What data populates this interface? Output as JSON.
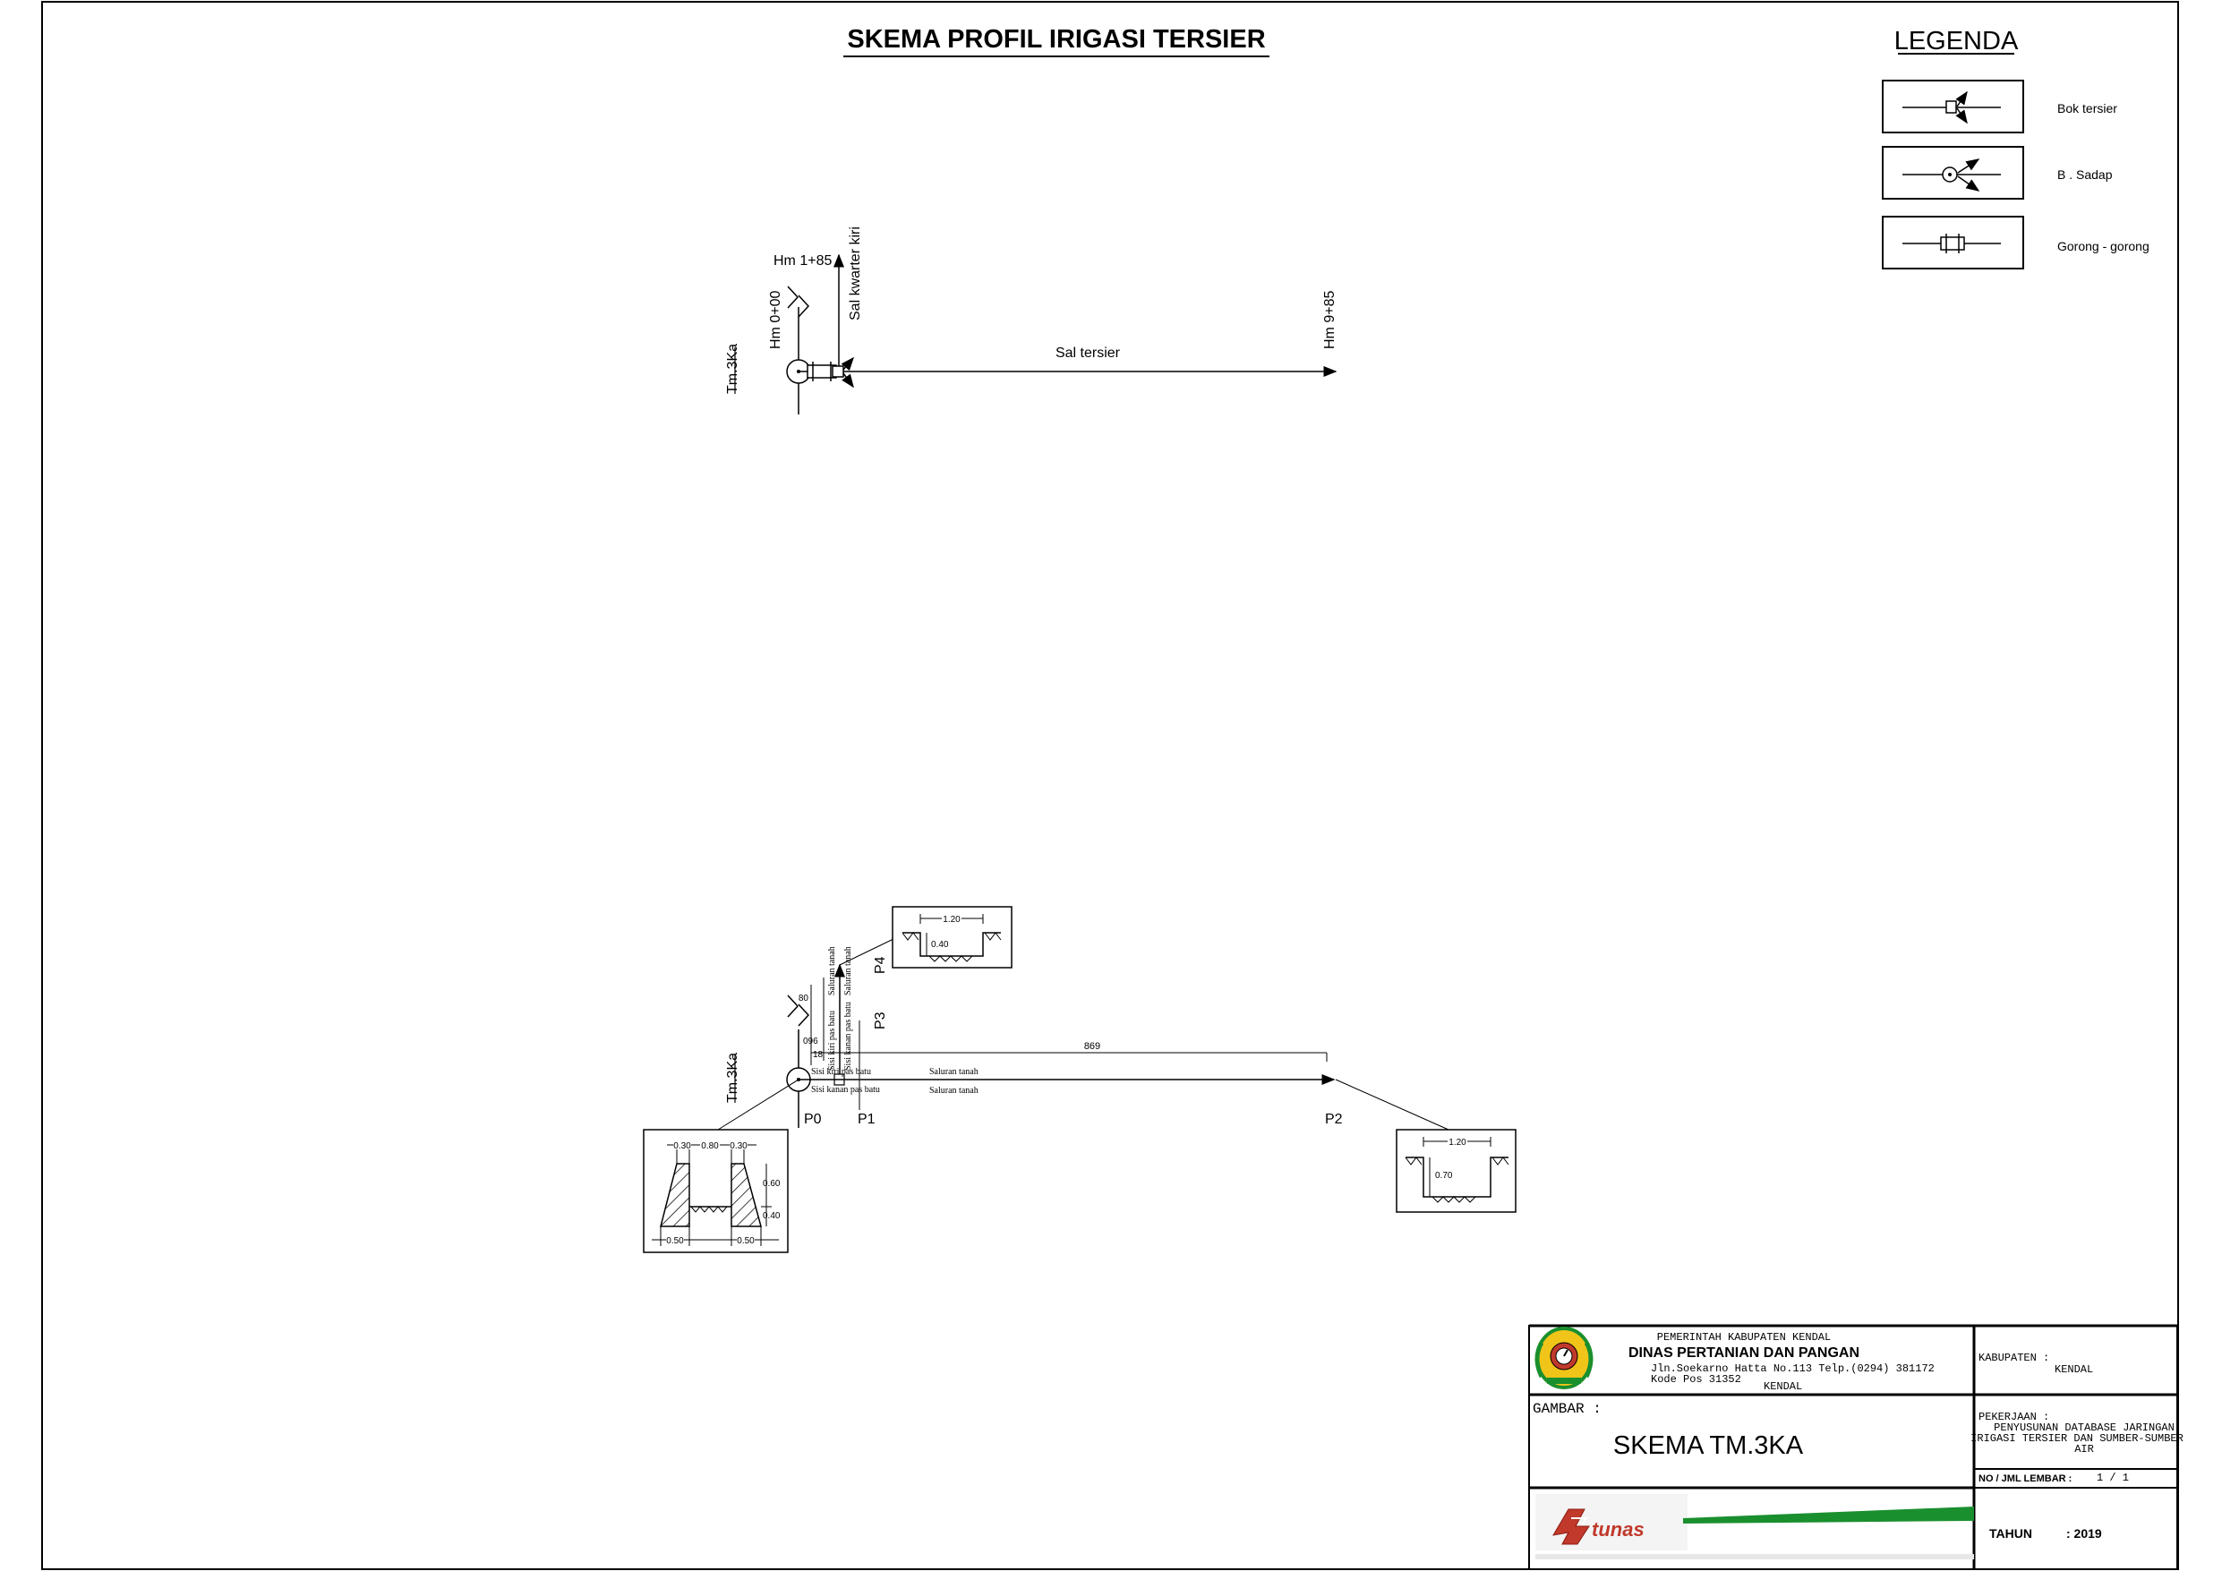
{
  "title": "SKEMA PROFIL IRIGASI TERSIER",
  "legend": {
    "heading": "LEGENDA",
    "items": [
      {
        "label": "Bok tersier",
        "icon": "bok-tersier-symbol-icon"
      },
      {
        "label": "B . Sadap",
        "icon": "bangunan-sadap-symbol-icon"
      },
      {
        "label": "Gorong - gorong",
        "icon": "gorong-gorong-symbol-icon"
      }
    ]
  },
  "schema_top": {
    "node": "Tm.3Ka",
    "hm_start": "Hm 0+00",
    "hm_branch": "Hm 1+85",
    "branch_label": "Sal kwarter kiri",
    "main_label": "Sal tersier",
    "hm_end": "Hm 9+85"
  },
  "profile": {
    "node": "Tm.3Ka",
    "points": [
      "P0",
      "P1",
      "P2",
      "P3",
      "P4"
    ],
    "dim_main": "869",
    "dim_branch_1": "80",
    "dim_branch_2": "096",
    "dim_small": "18",
    "left_labels": [
      "Sisi kiri pas batu",
      "Sisi kanan pas batu"
    ],
    "right_labels": [
      "Saluran tanah",
      "Saluran tanah"
    ],
    "branch_labels": [
      "Sisi kiri pas batu",
      "Sisi kanan pas batu",
      "Saluran tanah",
      "Saluran tanah"
    ]
  },
  "sections": {
    "p4": {
      "width": "1.20",
      "depth": "0.40"
    },
    "p0": {
      "top_left": "0.30",
      "top_mid": "0.80",
      "top_right": "0.30",
      "h1": "0.60",
      "h2": "0.40",
      "bottom_left": "0.50",
      "bottom_right": "0.50"
    },
    "p2": {
      "width": "1.20",
      "depth": "0.70"
    }
  },
  "title_block": {
    "gov": "PEMERINTAH KABUPATEN KENDAL",
    "dept": "DINAS PERTANIAN DAN PANGAN",
    "address": "Jln.Soekarno Hatta No.113 Telp.(0294) 381172",
    "postal": "Kode Pos 31352",
    "city": "KENDAL",
    "kabupaten_label": "KABUPATEN :",
    "kabupaten_value": "KENDAL",
    "gambar_label": "GAMBAR :",
    "gambar_value": "SKEMA TM.3KA",
    "pekerjaan_label": "PEKERJAAN :",
    "pekerjaan_lines": [
      "PENYUSUNAN DATABASE JARINGAN",
      "IRIGASI TERSIER DAN SUMBER-SUMBER",
      "AIR"
    ],
    "lembar_label": "NO / JML LEMBAR :",
    "lembar_value": "1 / 1",
    "tahun_label": "TAHUN",
    "tahun_value": ": 2019",
    "company": "tunas"
  },
  "colors": {
    "line": "#000000",
    "brand_green": "#1a8f2e",
    "brand_red": "#c0392b",
    "logo_gold": "#d4a017"
  }
}
